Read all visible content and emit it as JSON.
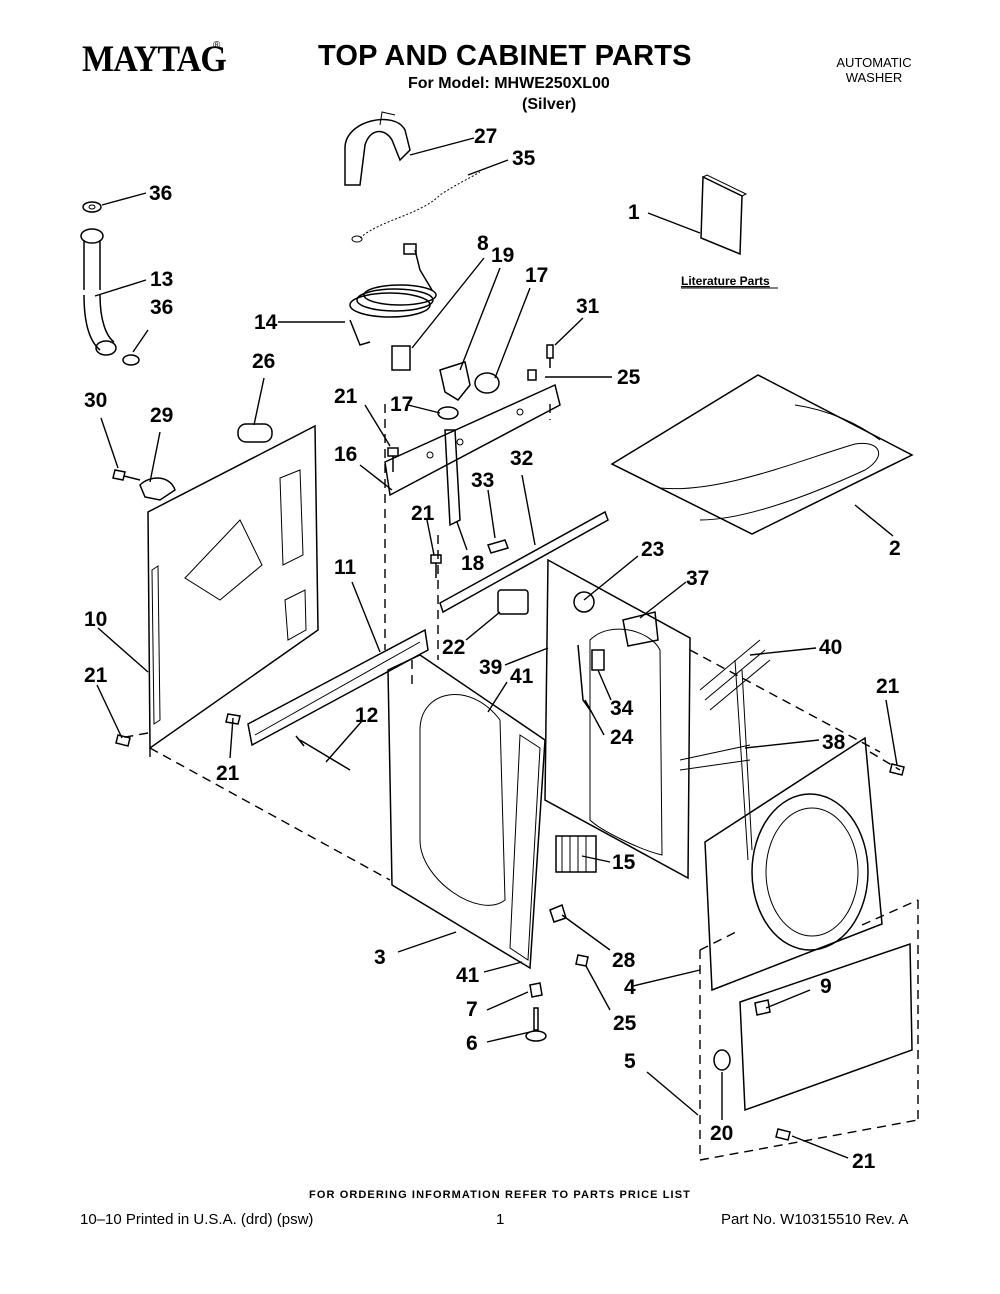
{
  "header": {
    "brand": "MAYTAG",
    "title": "TOP AND CABINET PARTS",
    "model_line": "For Model: MHWE250XL00",
    "color_line": "(Silver)",
    "type_line1": "AUTOMATIC",
    "type_line2": "WASHER"
  },
  "diagram": {
    "literature_label": "Literature Parts",
    "callouts": [
      "27",
      "35",
      "36",
      "1",
      "13",
      "36",
      "8",
      "19",
      "17",
      "14",
      "31",
      "25",
      "26",
      "21",
      "17",
      "30",
      "29",
      "16",
      "32",
      "33",
      "2",
      "21",
      "18",
      "23",
      "11",
      "37",
      "10",
      "22",
      "39",
      "41",
      "40",
      "21",
      "34",
      "24",
      "12",
      "38",
      "21",
      "21",
      "15",
      "3",
      "28",
      "41",
      "9",
      "7",
      "4",
      "25",
      "6",
      "5",
      "20",
      "21"
    ]
  },
  "footer": {
    "ordering_note": "FOR ORDERING INFORMATION REFER TO PARTS PRICE LIST",
    "print_info": "10–10 Printed in U.S.A. (drd) (psw)",
    "page_number": "1",
    "part_number": "Part No. W10315510 Rev. A"
  }
}
